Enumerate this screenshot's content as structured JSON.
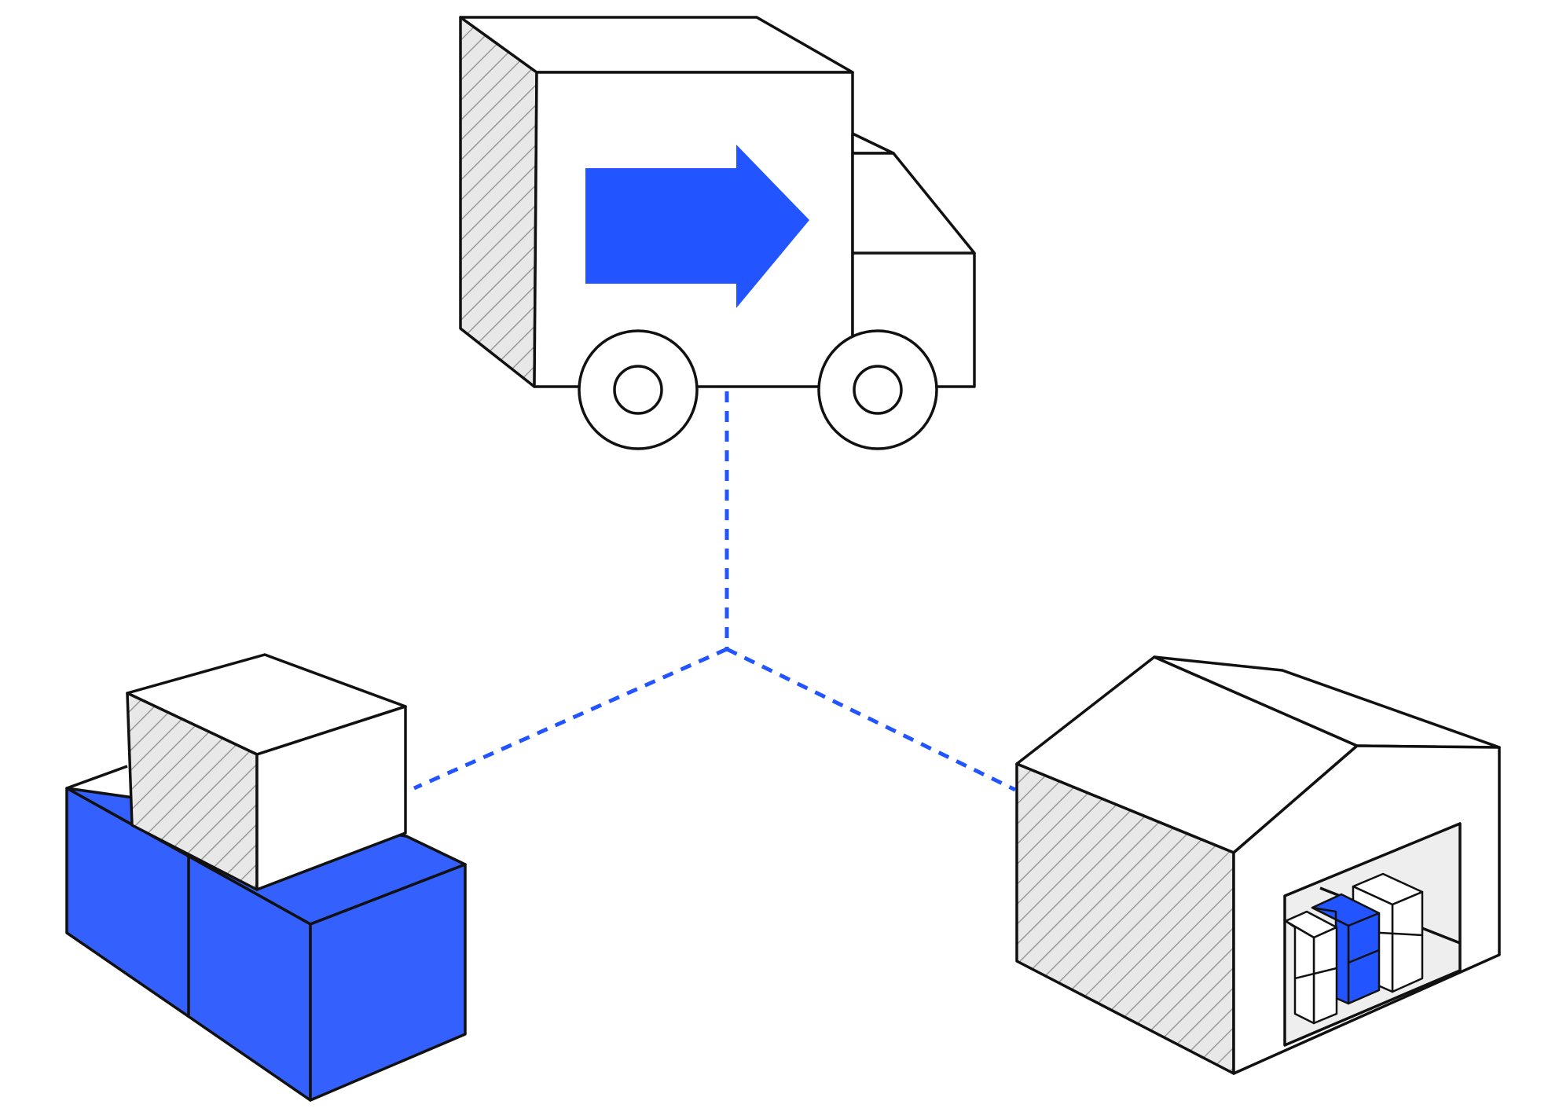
{
  "diagram": {
    "nodes": [
      {
        "id": "truck",
        "icon": "delivery-truck-icon"
      },
      {
        "id": "boxes",
        "icon": "stacked-boxes-icon"
      },
      {
        "id": "warehouse",
        "icon": "warehouse-icon"
      }
    ],
    "edges": [
      {
        "from": "truck",
        "to": "hub",
        "style": "dashed"
      },
      {
        "from": "hub",
        "to": "boxes",
        "style": "dashed"
      },
      {
        "from": "hub",
        "to": "warehouse",
        "style": "dashed"
      }
    ]
  },
  "colors": {
    "accent": "#2255ff",
    "accent_fill": "#3461fd",
    "outline": "#111111",
    "hatch_bg": "#e8e8e8",
    "hatch_line": "#9a9a9a",
    "interior": "#eeeeee",
    "background": "#ffffff"
  }
}
